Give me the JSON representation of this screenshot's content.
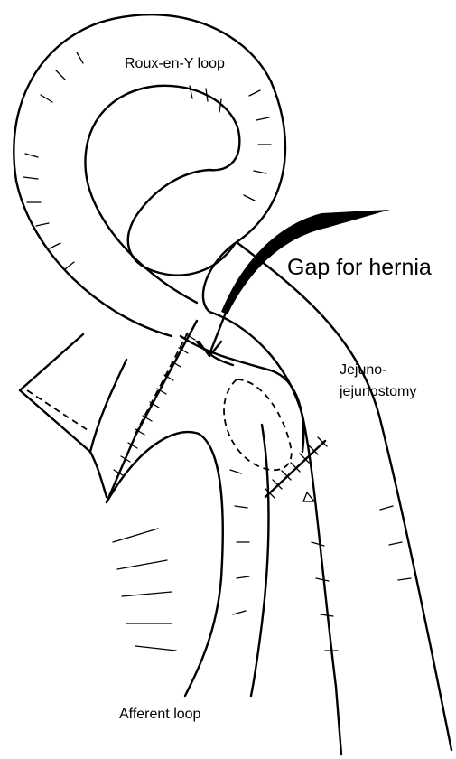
{
  "labels": {
    "roux_loop": "Roux-en-Y loop",
    "gap": "Gap for hernia",
    "jejuno_line1": "Jejuno-",
    "jejuno_line2": "jejunostomy",
    "afferent": "Afferent loop"
  },
  "colors": {
    "ink": "#000000",
    "background": "#ffffff"
  }
}
